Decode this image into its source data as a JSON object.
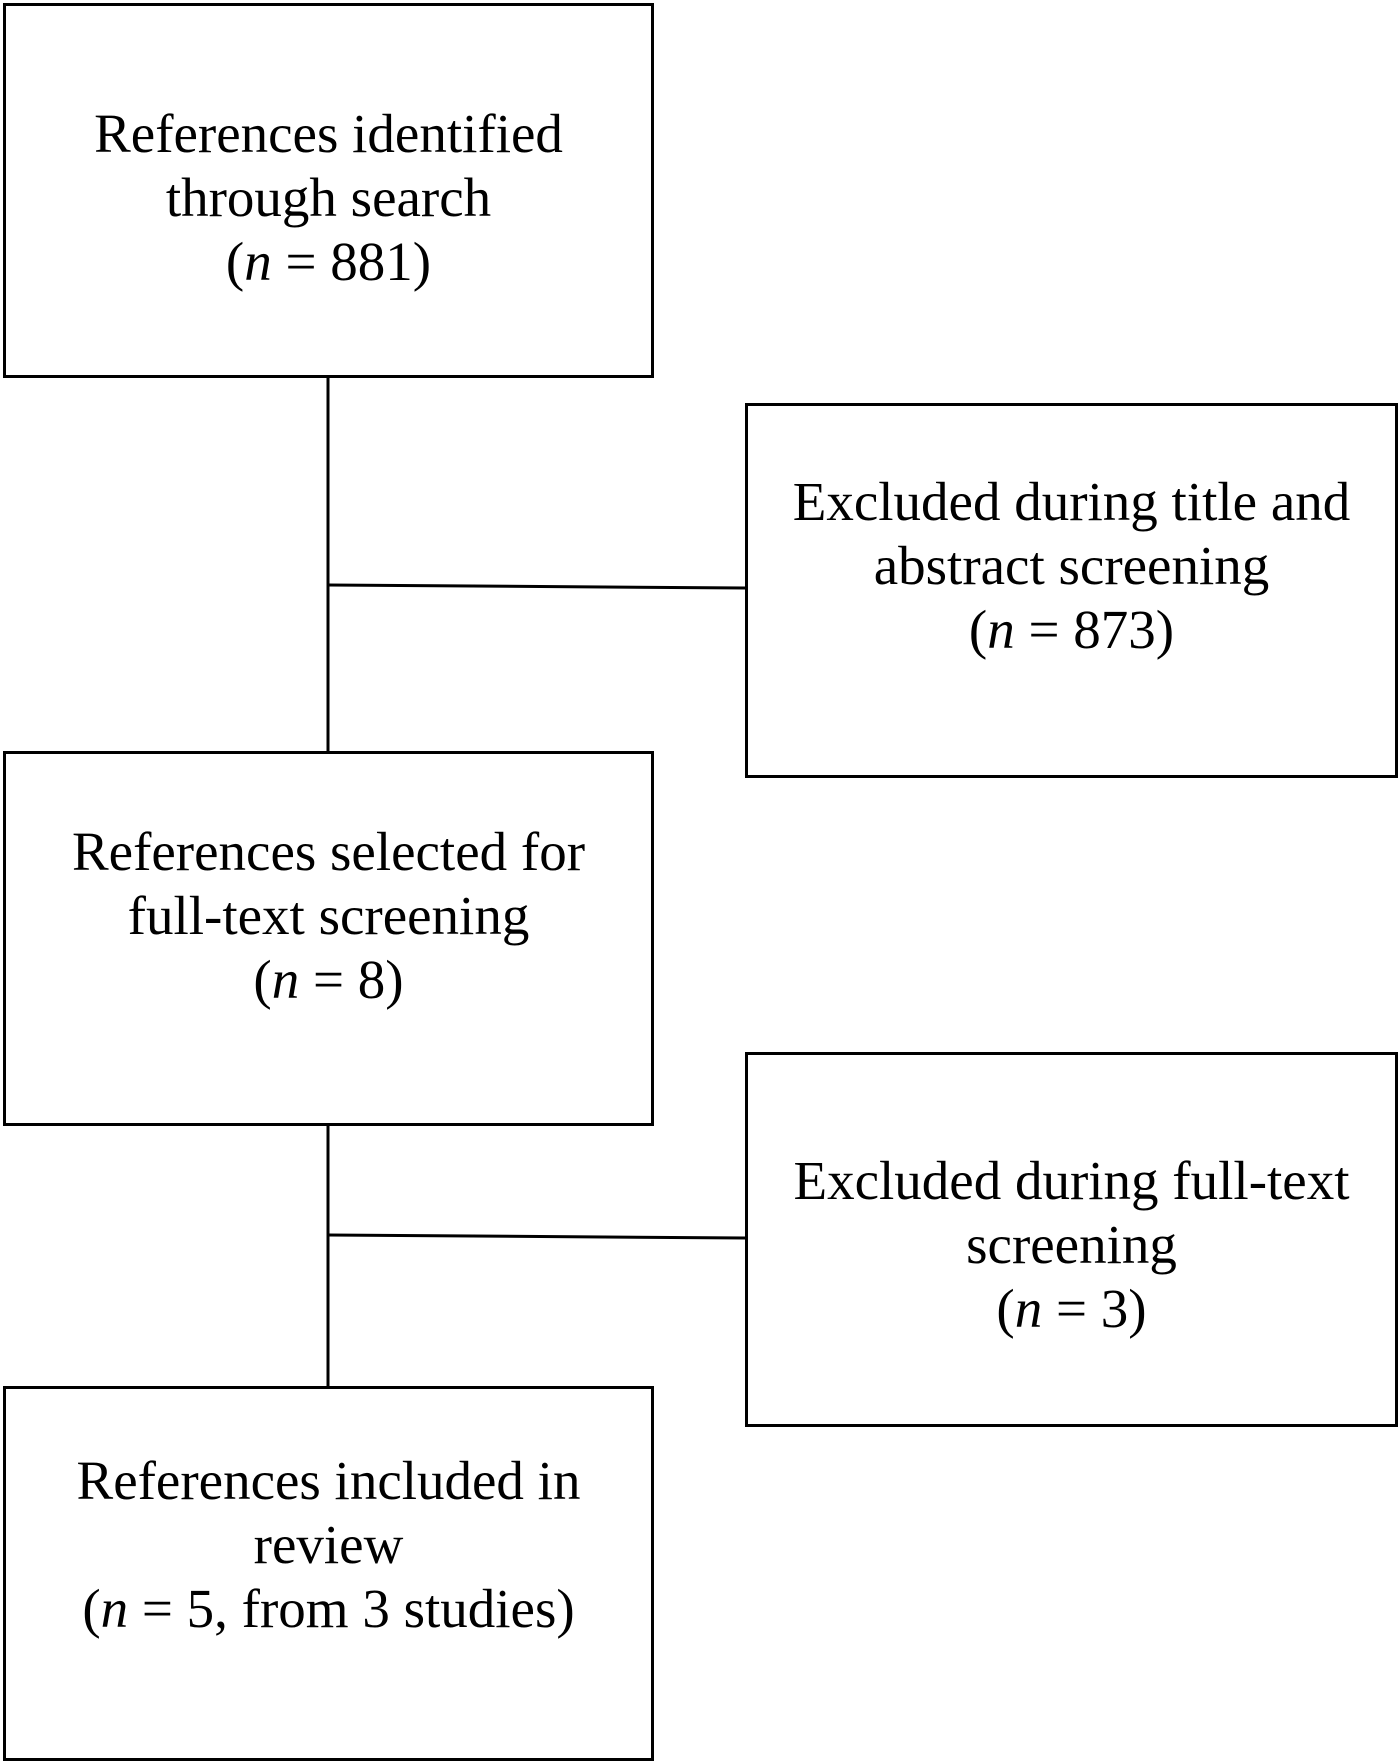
{
  "boxes": {
    "search": {
      "lines": [
        "References identified",
        "through search"
      ],
      "n_open": "(",
      "n_var": "n",
      "n_rest": " = 881)"
    },
    "excluded_title_abstract": {
      "lines": [
        "Excluded during title and",
        "abstract screening"
      ],
      "n_open": "(",
      "n_var": "n",
      "n_rest": " = 873)"
    },
    "fulltext": {
      "lines": [
        "References selected for",
        "full-text screening"
      ],
      "n_open": "(",
      "n_var": "n",
      "n_rest": " = 8)"
    },
    "excluded_fulltext": {
      "lines": [
        "Excluded during full-text",
        "screening"
      ],
      "n_open": "(",
      "n_var": "n",
      "n_rest": " = 3)"
    },
    "included": {
      "lines": [
        "References included in",
        "review"
      ],
      "n_open": "(",
      "n_var": "n",
      "n_rest": " = 5, from 3 studies)"
    }
  },
  "colors": {
    "stroke": "#000000",
    "background": "#ffffff"
  }
}
